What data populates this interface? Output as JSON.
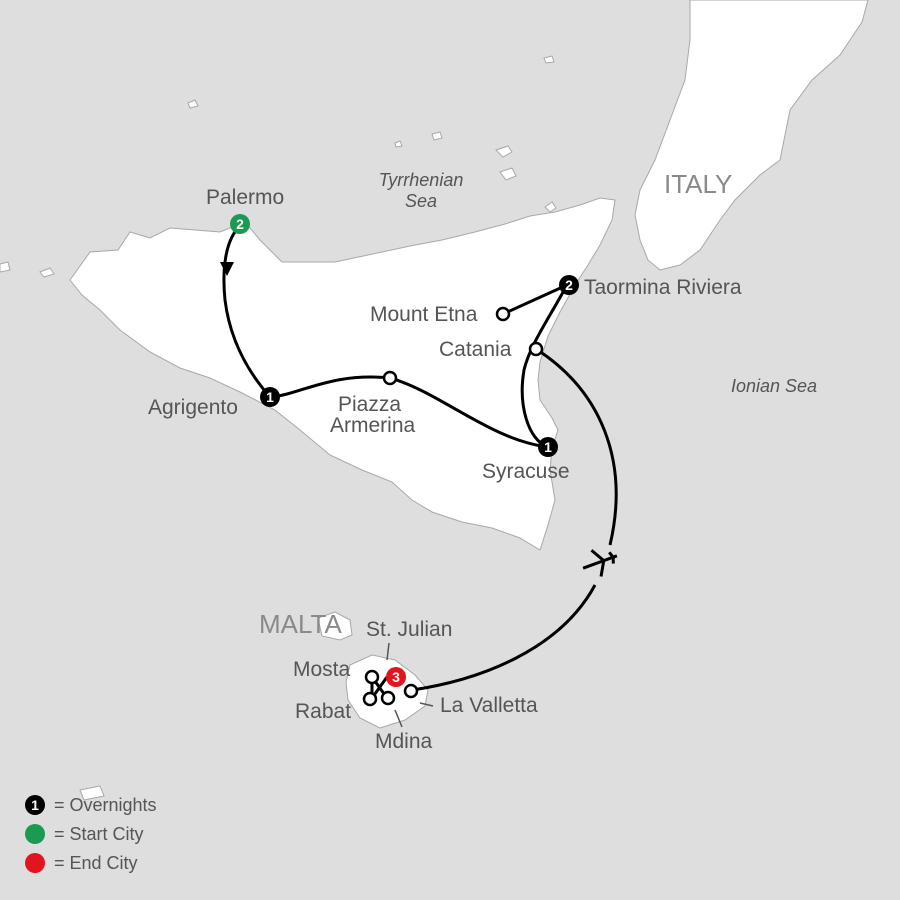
{
  "map": {
    "countries": {
      "italy": "ITALY",
      "malta": "MALTA"
    },
    "seas": {
      "tyrrhenian_line1": "Tyrrhenian",
      "tyrrhenian_line2": "Sea",
      "ionian": "Ionian Sea"
    },
    "cities": {
      "palermo": {
        "name": "Palermo",
        "nights": "2",
        "type": "start"
      },
      "agrigento": {
        "name": "Agrigento",
        "nights": "1",
        "type": "overnight"
      },
      "piazza_armerina": {
        "line1": "Piazza",
        "line2": "Armerina",
        "type": "stop"
      },
      "syracuse": {
        "name": "Syracuse",
        "nights": "1",
        "type": "overnight"
      },
      "catania": {
        "name": "Catania",
        "type": "stop"
      },
      "mount_etna": {
        "name": "Mount Etna",
        "type": "stop"
      },
      "taormina": {
        "name": "Taormina Riviera",
        "nights": "2",
        "type": "overnight"
      },
      "st_julian": {
        "name": "St. Julian",
        "nights": "3",
        "type": "end"
      },
      "mosta": {
        "name": "Mosta",
        "type": "stop"
      },
      "rabat": {
        "name": "Rabat",
        "type": "stop"
      },
      "mdina": {
        "name": "Mdina",
        "type": "stop"
      },
      "la_valletta": {
        "name": "La Valletta",
        "type": "stop"
      }
    },
    "legend": [
      {
        "marker": "1",
        "color": "#000000",
        "label": "= Overnights"
      },
      {
        "marker": "",
        "color": "#1a9a52",
        "label": "= Start City"
      },
      {
        "marker": "",
        "color": "#e3141d",
        "label": "= End City"
      }
    ],
    "colors": {
      "water": "#dedede",
      "land": "#ffffff",
      "route": "#000000",
      "start": "#1a9a52",
      "end": "#e3141d"
    }
  }
}
